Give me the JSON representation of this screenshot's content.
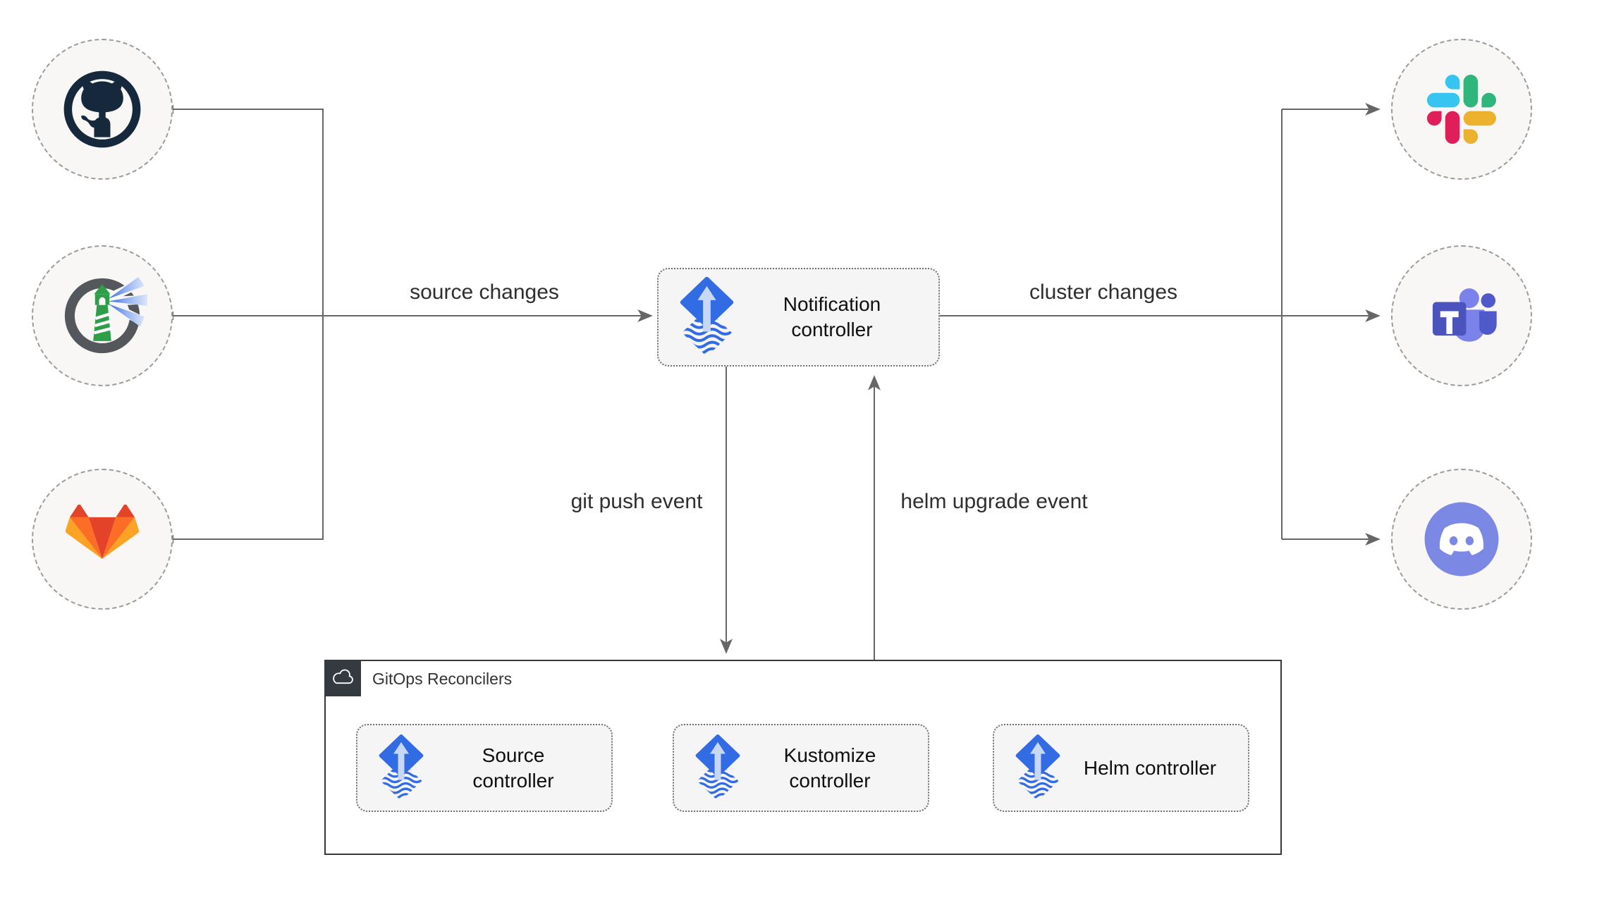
{
  "diagram": {
    "notification_controller": {
      "label": "Notification controller",
      "icon": "flux-icon"
    },
    "sources": [
      {
        "name": "GitHub",
        "icon": "github-icon"
      },
      {
        "name": "Harbor",
        "icon": "harbor-icon"
      },
      {
        "name": "GitLab",
        "icon": "gitlab-icon"
      }
    ],
    "alert_providers": [
      {
        "name": "Slack",
        "icon": "slack-icon"
      },
      {
        "name": "Microsoft Teams",
        "icon": "teams-icon"
      },
      {
        "name": "Discord",
        "icon": "discord-icon"
      }
    ],
    "edge_labels": {
      "source_changes": "source changes",
      "cluster_changes": "cluster changes",
      "git_push_event": "git push event",
      "helm_upgrade_event": "helm upgrade event"
    },
    "reconcilers": {
      "title": "GitOps Reconcilers",
      "badge_icon": "cloud-icon",
      "controllers": [
        {
          "label": "Source controller",
          "icon": "flux-icon"
        },
        {
          "label": "Kustomize controller",
          "icon": "flux-icon"
        },
        {
          "label": "Helm controller",
          "icon": "flux-icon"
        }
      ]
    },
    "colors": {
      "flux_blue": "#316CE4",
      "connector_gray": "#666666",
      "node_fill": "#F5F5F5",
      "circle_fill": "#F8F7F5",
      "container_border": "#383838",
      "badge_bg": "#343A40",
      "slack": [
        "#36C5F0",
        "#2EB67D",
        "#ECB22E",
        "#E01E5A"
      ],
      "gitlab": [
        "#E24329",
        "#FC6D26",
        "#FCA326"
      ],
      "discord_blurple": "#7B89E4",
      "teams_purple": "#4B53BC",
      "harbor_green": "#2E9E49",
      "github_navy": "#16293C"
    }
  }
}
